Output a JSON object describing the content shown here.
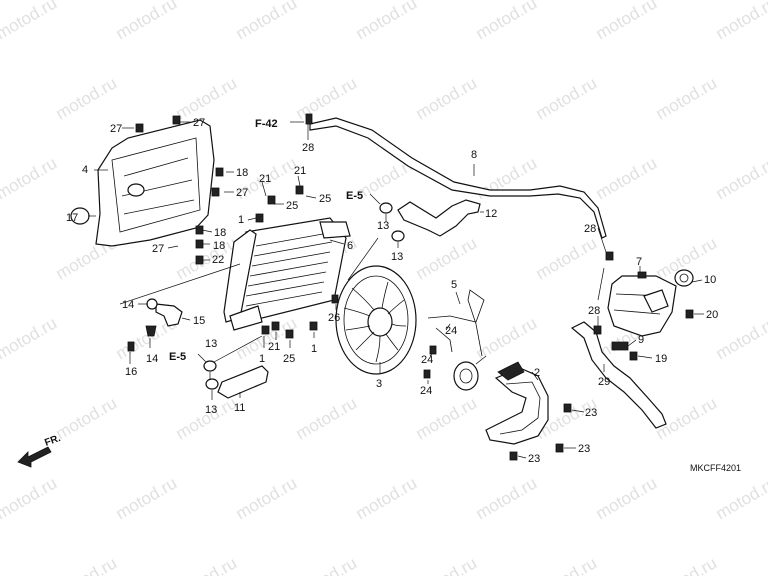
{
  "watermark": "motod.ru",
  "diagram_code": "MKCFF4201",
  "front_arrow_label": "FR.",
  "refs": {
    "e5_top": "E-5",
    "e5_bottom": "E-5",
    "f42": "F-42"
  },
  "callouts": [
    {
      "id": "c27a",
      "text": "27"
    },
    {
      "id": "c27b",
      "text": "27"
    },
    {
      "id": "c4",
      "text": "4"
    },
    {
      "id": "c18a",
      "text": "18"
    },
    {
      "id": "c27c",
      "text": "27"
    },
    {
      "id": "c17",
      "text": "17"
    },
    {
      "id": "c18b",
      "text": "18"
    },
    {
      "id": "c27d",
      "text": "27"
    },
    {
      "id": "c18c",
      "text": "18"
    },
    {
      "id": "c22",
      "text": "22"
    },
    {
      "id": "c21a",
      "text": "21"
    },
    {
      "id": "c21b",
      "text": "21"
    },
    {
      "id": "c25a",
      "text": "25"
    },
    {
      "id": "c25b",
      "text": "25"
    },
    {
      "id": "c1a",
      "text": "1"
    },
    {
      "id": "c6",
      "text": "6"
    },
    {
      "id": "c28a",
      "text": "28"
    },
    {
      "id": "c8",
      "text": "8"
    },
    {
      "id": "c12",
      "text": "12"
    },
    {
      "id": "c13a",
      "text": "13"
    },
    {
      "id": "c13b",
      "text": "13"
    },
    {
      "id": "c14a",
      "text": "14"
    },
    {
      "id": "c15",
      "text": "15"
    },
    {
      "id": "c14b",
      "text": "14"
    },
    {
      "id": "c16",
      "text": "16"
    },
    {
      "id": "c13c",
      "text": "13"
    },
    {
      "id": "c13d",
      "text": "13"
    },
    {
      "id": "c11",
      "text": "11"
    },
    {
      "id": "c1b",
      "text": "1"
    },
    {
      "id": "c21c",
      "text": "21"
    },
    {
      "id": "c25c",
      "text": "25"
    },
    {
      "id": "c1c",
      "text": "1"
    },
    {
      "id": "c26",
      "text": "26"
    },
    {
      "id": "c3",
      "text": "3"
    },
    {
      "id": "c5",
      "text": "5"
    },
    {
      "id": "c24a",
      "text": "24"
    },
    {
      "id": "c24b",
      "text": "24"
    },
    {
      "id": "c24c",
      "text": "24"
    },
    {
      "id": "c2",
      "text": "2"
    },
    {
      "id": "c23a",
      "text": "23"
    },
    {
      "id": "c23b",
      "text": "23"
    },
    {
      "id": "c23c",
      "text": "23"
    },
    {
      "id": "c28b",
      "text": "28"
    },
    {
      "id": "c7",
      "text": "7"
    },
    {
      "id": "c10",
      "text": "10"
    },
    {
      "id": "c28c",
      "text": "28"
    },
    {
      "id": "c20",
      "text": "20"
    },
    {
      "id": "c9",
      "text": "9"
    },
    {
      "id": "c19",
      "text": "19"
    },
    {
      "id": "c29",
      "text": "29"
    }
  ]
}
